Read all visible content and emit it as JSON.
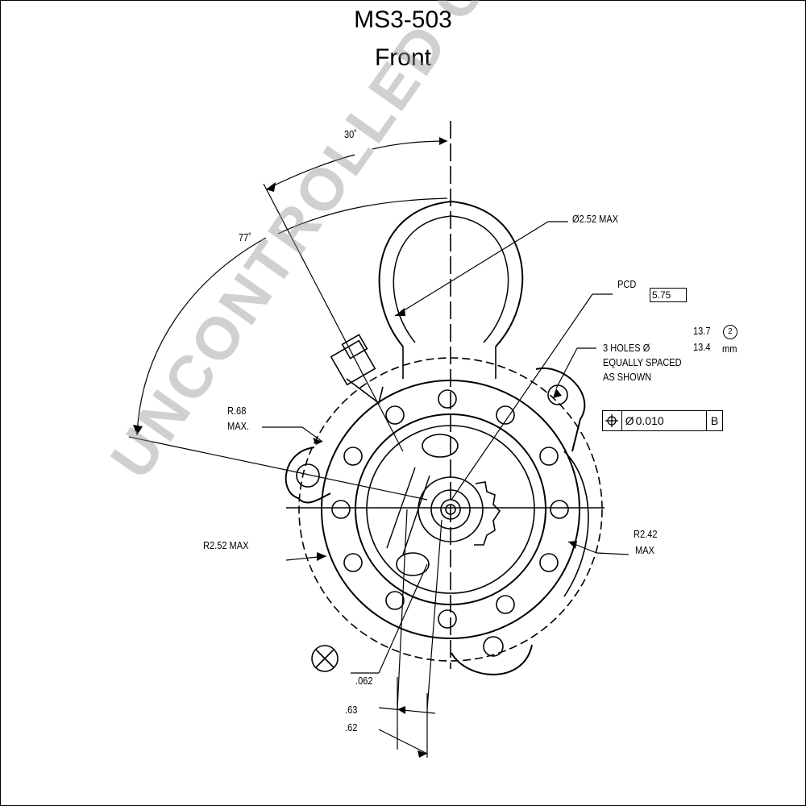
{
  "title": {
    "part_number": "MS3-503",
    "view": "Front"
  },
  "dimensions": {
    "angle_top": "30˚",
    "angle_left": "77˚",
    "dia_max": "Ø2.52 MAX",
    "pcd_label": "PCD",
    "pcd_value": "5.75",
    "length_top": "13.7",
    "length_bottom": "13.4",
    "length_unit": "mm",
    "length_ref": "2",
    "holes_line1": "3 HOLES Ø",
    "holes_line2": "EQUALLY SPACED",
    "holes_line3": "AS SHOWN",
    "tol_symbol_dia": "Ø",
    "tol_value": "0.010",
    "tol_datum": "B",
    "radius_left_1": "R.68",
    "radius_left_2": "MAX.",
    "radius_left_outer": "R2.52 MAX",
    "radius_right_1": "R2.42",
    "radius_right_2": "MAX",
    "dim_062": ".062",
    "dim_063": ".63",
    "dim_062b": ".62"
  },
  "watermark": "UNCONTROLLED COPY"
}
